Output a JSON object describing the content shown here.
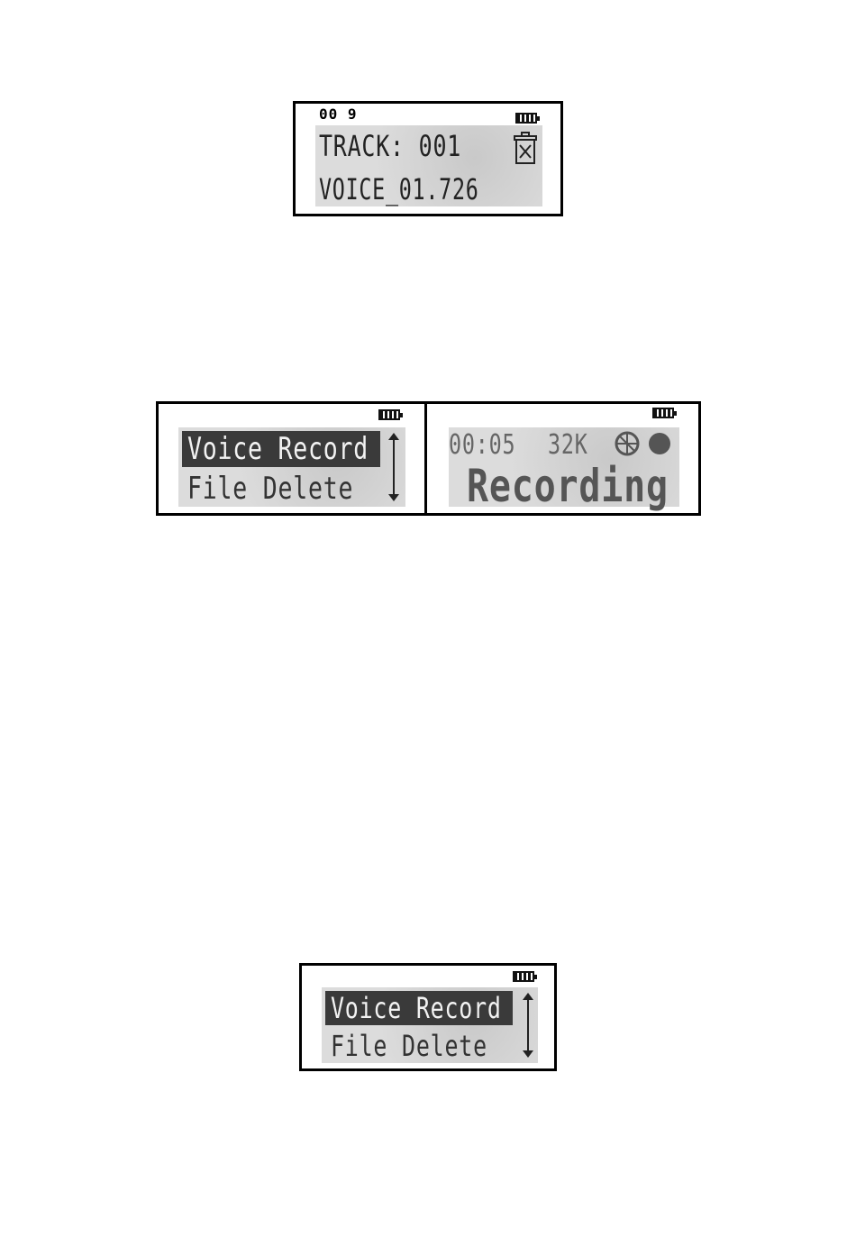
{
  "screen1": {
    "counter": "00 9",
    "track_line": "TRACK: 001",
    "filename": "VOICE_01.726",
    "battery_icon": "battery-full-icon",
    "trash_icon": "trash-delete-icon"
  },
  "screen2": {
    "menu_items": [
      {
        "label": "Voice Record",
        "selected": true
      },
      {
        "label": "File Delete",
        "selected": false
      }
    ],
    "battery_icon": "battery-full-icon",
    "scroll_icon": "scroll-updown-icon"
  },
  "screen3": {
    "time": "00:05",
    "bitrate": "32K",
    "status": "Recording",
    "battery_icon": "battery-full-icon",
    "disc_icon": "spinning-disc-icon",
    "record_icon": "record-dot-icon"
  },
  "screen4": {
    "menu_items": [
      {
        "label": "Voice Record",
        "selected": true
      },
      {
        "label": "File Delete",
        "selected": false
      }
    ],
    "battery_icon": "battery-full-icon",
    "scroll_icon": "scroll-updown-icon"
  }
}
